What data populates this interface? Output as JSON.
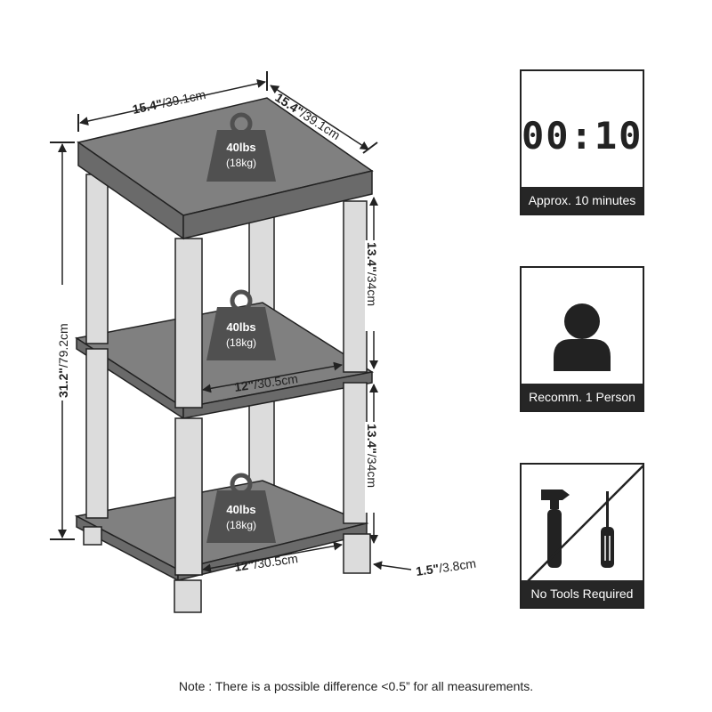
{
  "dimensions": {
    "top_width": {
      "inch": "15.4\"",
      "cm": "/39.1cm"
    },
    "top_depth": {
      "inch": "15.4\"",
      "cm": "/39.1cm"
    },
    "total_height": {
      "inch": "31.2\"",
      "cm": "/79.2cm"
    },
    "shelf_gap_upper": {
      "inch": "13.4\"",
      "cm": "/34cm"
    },
    "shelf_gap_lower": {
      "inch": "13.4\"",
      "cm": "/34cm"
    },
    "inner_width_mid": {
      "inch": "12\"",
      "cm": "/30.5cm"
    },
    "inner_width_low": {
      "inch": "12\"",
      "cm": "/30.5cm"
    },
    "foot_height": {
      "inch": "1.5\"",
      "cm": "/3.8cm"
    }
  },
  "weights": [
    {
      "lbs": "40lbs",
      "kg": "(18kg)"
    },
    {
      "lbs": "40lbs",
      "kg": "(18kg)"
    },
    {
      "lbs": "40lbs",
      "kg": "(18kg)"
    }
  ],
  "cards": {
    "time": {
      "display": "00:10",
      "caption": "Approx. 10 minutes",
      "icon": "timer-display"
    },
    "people": {
      "caption": "Recomm. 1 Person",
      "icon": "person-icon"
    },
    "tools": {
      "caption": "No Tools Required",
      "icon": "no-tools-icon"
    }
  },
  "note": "Note : There is a possible difference <0.5” for all measurements.",
  "colors": {
    "board": "#808080",
    "board_edge": "#6a6a6a",
    "post": "#dcdcdc",
    "ink": "#222222",
    "weight": "#505050",
    "caption_bg": "#262626"
  }
}
